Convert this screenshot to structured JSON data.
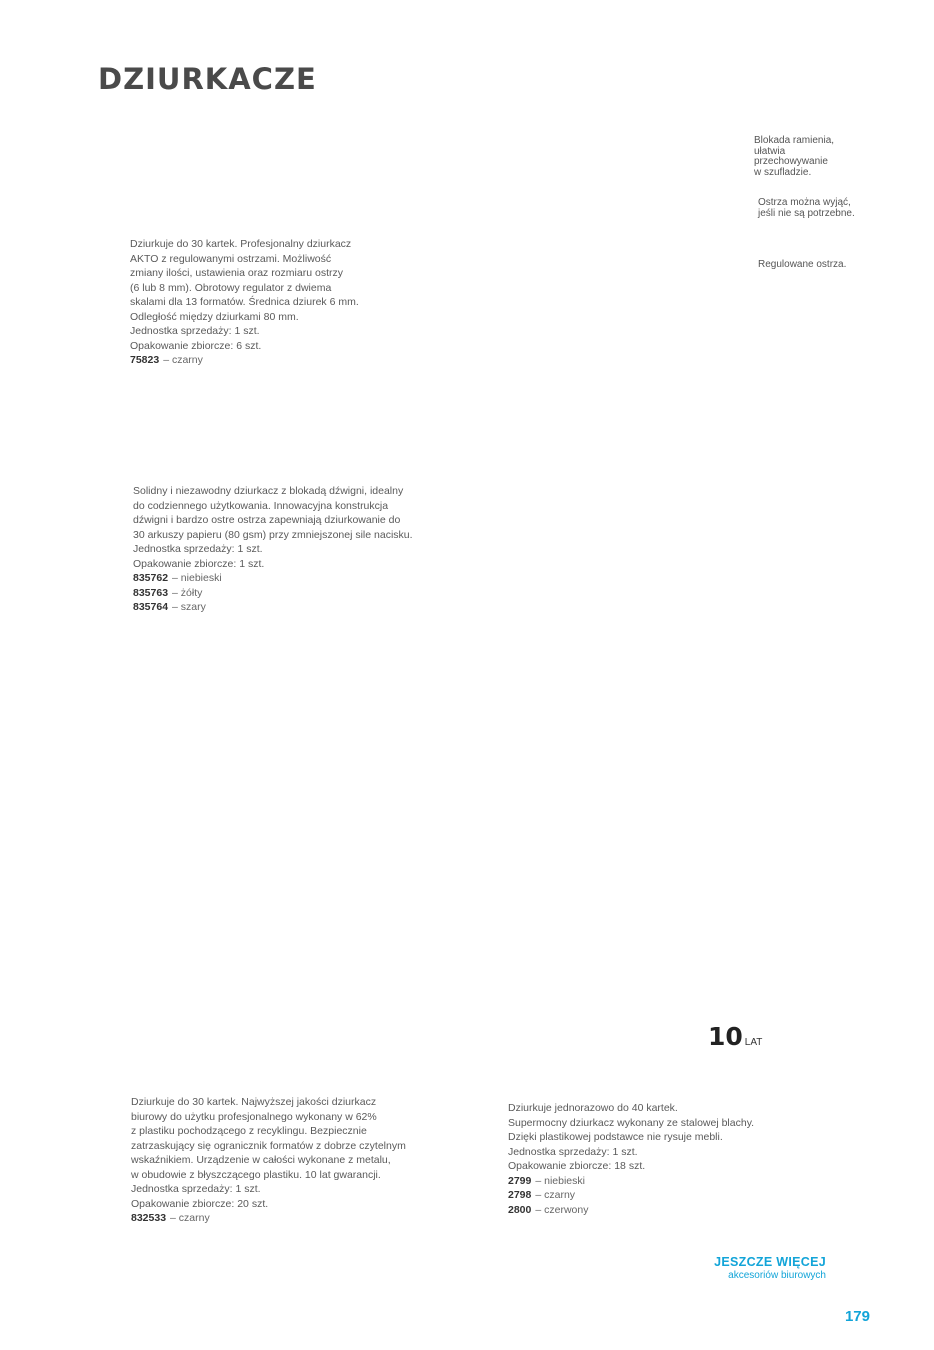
{
  "page_title": "DZIURKACZE",
  "products": [
    {
      "desc": [
        "Dziurkuje do 30 kartek. Profesjonalny dziurkacz",
        "AKTO z regulowanymi ostrzami. Możliwość",
        "zmiany ilości, ustawienia oraz rozmiaru ostrzy",
        "(6 lub 8 mm). Obrotowy regulator z dwiema",
        "skalami dla 13 formatów. Średnica dziurek 6 mm.",
        "Odległość między dziurkami 80 mm.",
        "Jednostka sprzedaży: 1 szt.",
        "Opakowanie zbiorcze: 6 szt."
      ],
      "codes": [
        {
          "code": "75823",
          "color": "– czarny"
        }
      ]
    },
    {
      "desc": [
        "Solidny i niezawodny dziurkacz z blokadą dźwigni, idealny",
        "do codziennego użytkowania. Innowacyjna konstrukcja",
        "dźwigni i bardzo ostre ostrza zapewniają dziurkowanie do",
        "30 arkuszy papieru (80 gsm) przy zmniejszonej sile nacisku.",
        "Jednostka sprzedaży: 1 szt.",
        "Opakowanie zbiorcze: 1 szt."
      ],
      "codes": [
        {
          "code": "835762",
          "color": "– niebieski"
        },
        {
          "code": "835763",
          "color": "– żółty"
        },
        {
          "code": "835764",
          "color": "– szary"
        }
      ]
    },
    {
      "desc": [
        "Dziurkuje do 30 kartek. Najwyższej jakości dziurkacz",
        "biurowy do użytku profesjonalnego wykonany w 62%",
        "z plastiku pochodzącego z recyklingu. Bezpiecznie",
        "zatrzaskujący się ogranicznik formatów z dobrze czytelnym",
        "wskaźnikiem. Urządzenie w całości wykonane z metalu,",
        "w obudowie z błyszczącego plastiku. 10 lat gwarancji.",
        "Jednostka sprzedaży: 1 szt.",
        "Opakowanie zbiorcze: 20 szt."
      ],
      "codes": [
        {
          "code": "832533",
          "color": "– czarny"
        }
      ]
    },
    {
      "desc": [
        "Dziurkuje jednorazowo do 40 kartek.",
        "Supermocny dziurkacz wykonany ze stalowej blachy.",
        "Dzięki plastikowej podstawce nie rysuje mebli.",
        "Jednostka sprzedaży: 1 szt.",
        "Opakowanie zbiorcze: 18 szt."
      ],
      "codes": [
        {
          "code": "2799",
          "color": "– niebieski"
        },
        {
          "code": "2798",
          "color": "– czarny"
        },
        {
          "code": "2800",
          "color": "– czerwony"
        }
      ]
    }
  ],
  "feature_notes": {
    "lock": [
      "Blokada ramienia,",
      "ułatwia",
      "przechowywanie",
      "w szufladzie."
    ],
    "blades_removable": [
      "Ostrza można wyjąć,",
      "jeśli nie są potrzebne."
    ],
    "blades_adjustable": [
      "Regulowane ostrza."
    ]
  },
  "warranty_badge": {
    "number": "10",
    "unit": "LAT"
  },
  "more_link": {
    "title": "JESZCZE WIĘCEJ",
    "subtitle": "akcesoriów biurowych"
  },
  "page_number": "179",
  "colors": {
    "accent": "#12a4d8",
    "title": "#4a4a4a",
    "body_text": "#5a5a5a"
  }
}
